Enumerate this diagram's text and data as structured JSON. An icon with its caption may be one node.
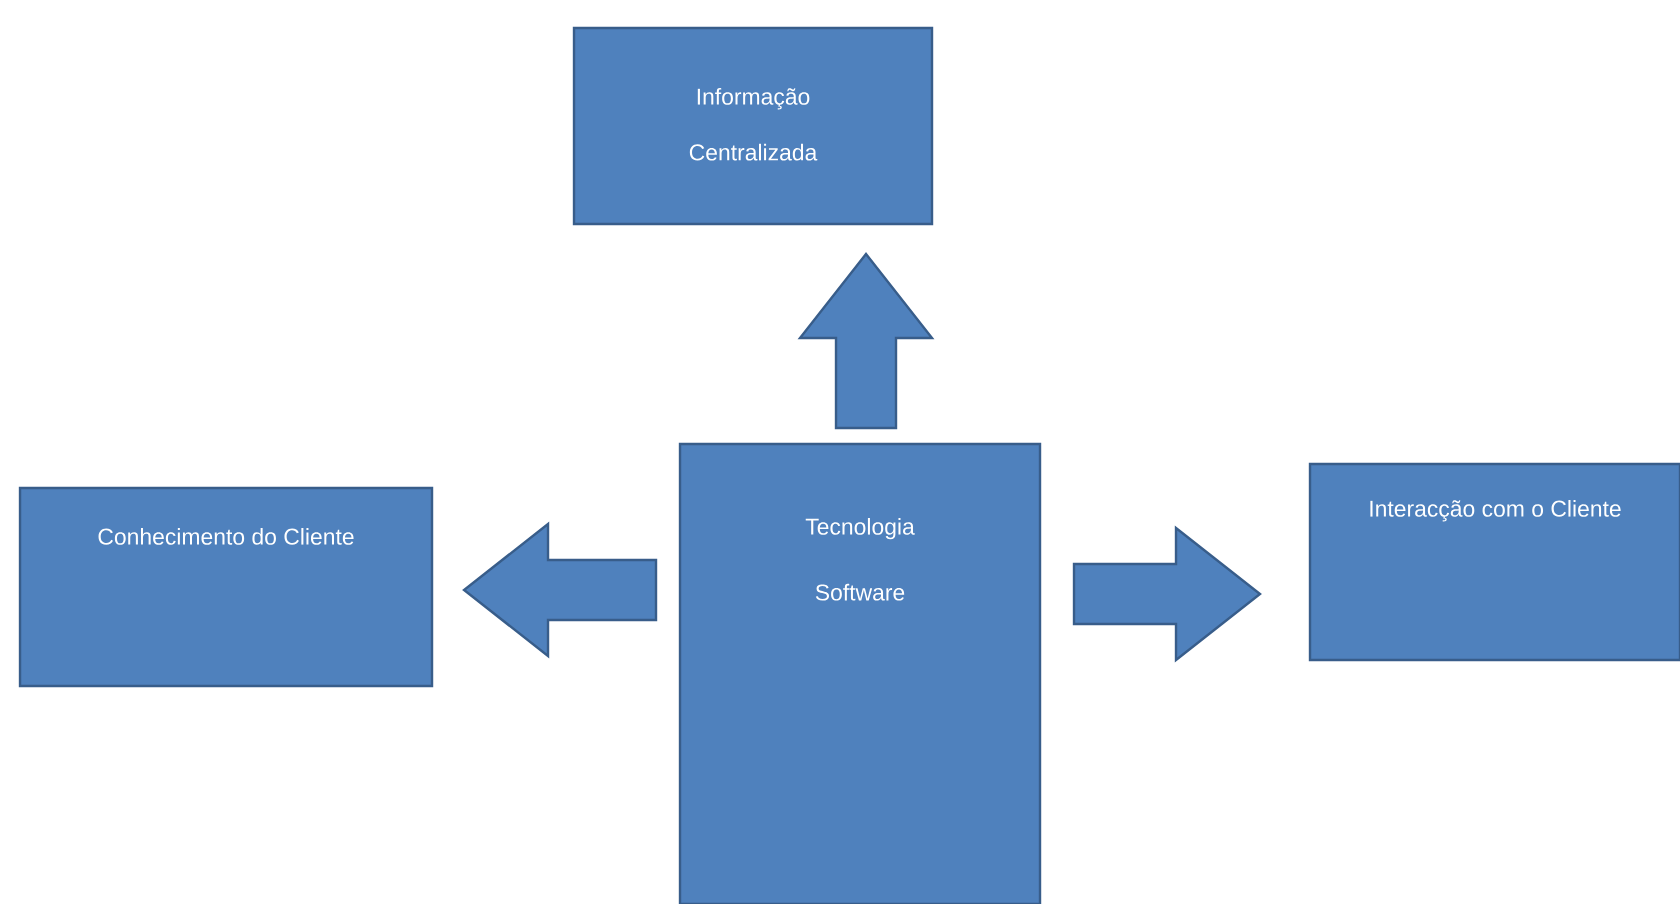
{
  "diagram": {
    "nodes": [
      {
        "text": [
          "Informação Centralizada"
        ]
      },
      {
        "text": [
          "Tecnologia",
          "Software"
        ]
      },
      {
        "text": [
          "Conhecimento do Cliente"
        ]
      },
      {
        "text": [
          "Interacção com o Cliente"
        ]
      }
    ],
    "edges": [
      {
        "from": 1,
        "to": 0,
        "arrow": "to"
      },
      {
        "from": 1,
        "to": 2,
        "arrow": "to"
      },
      {
        "from": 1,
        "to": 3,
        "arrow": "to"
      }
    ]
  }
}
